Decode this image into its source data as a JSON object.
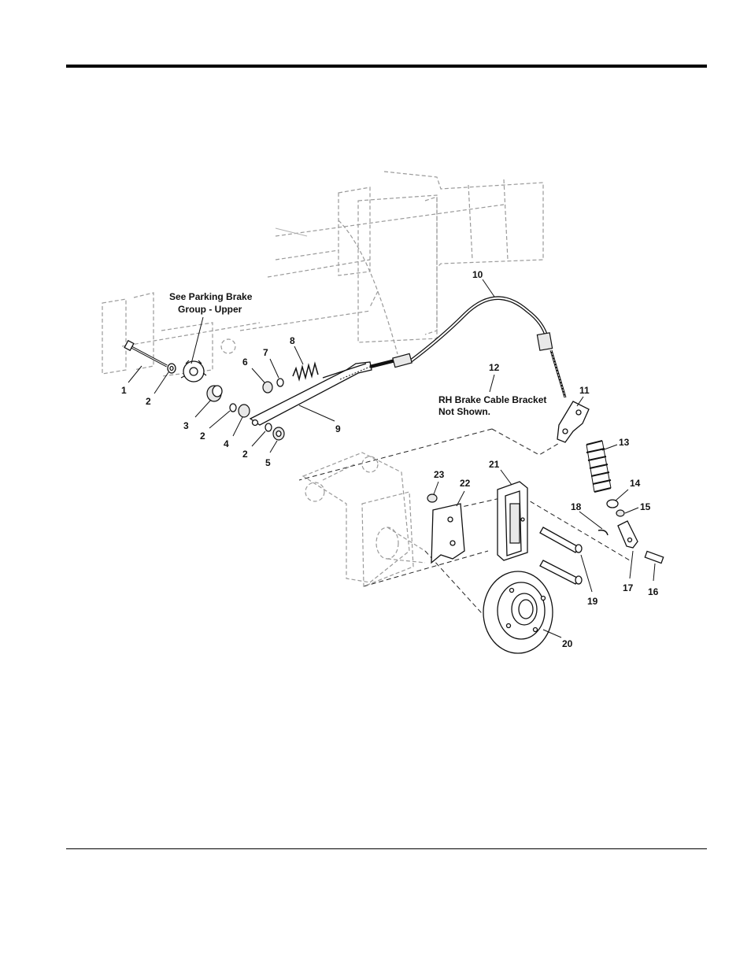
{
  "callouts": [
    "1",
    "2",
    "3",
    "2",
    "4",
    "2",
    "5",
    "6",
    "7",
    "8",
    "9",
    "10",
    "11",
    "12",
    "13",
    "14",
    "15",
    "16",
    "17",
    "18",
    "19",
    "20",
    "21",
    "22",
    "23"
  ],
  "notes": {
    "parking_brake_line1": "See Parking Brake",
    "parking_brake_line2": "Group - Upper",
    "bracket_line1": "RH Brake Cable Bracket",
    "bracket_line2": "Not Shown."
  }
}
